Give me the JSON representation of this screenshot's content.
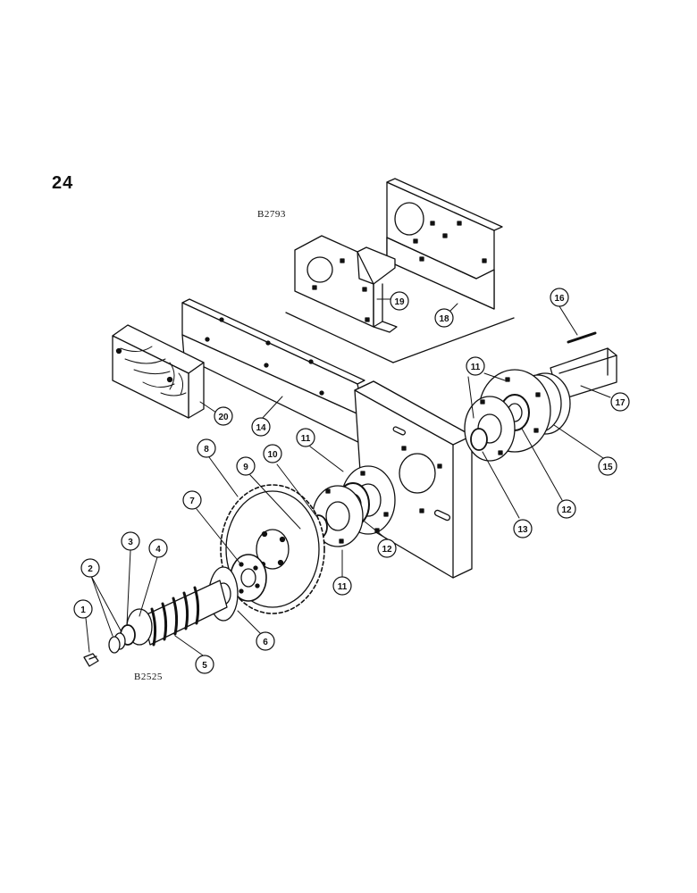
{
  "page_number": "24",
  "figure_codes": {
    "top": "B2793",
    "bottom": "B2525"
  },
  "callouts": [
    "1",
    "2",
    "3",
    "4",
    "5",
    "6",
    "7",
    "8",
    "9",
    "10",
    "11",
    "11",
    "11",
    "12",
    "12",
    "12",
    "13",
    "14",
    "15",
    "16",
    "17",
    "18",
    "19",
    "20"
  ],
  "colors": {
    "ink": "#111111",
    "paper": "#ffffff"
  }
}
